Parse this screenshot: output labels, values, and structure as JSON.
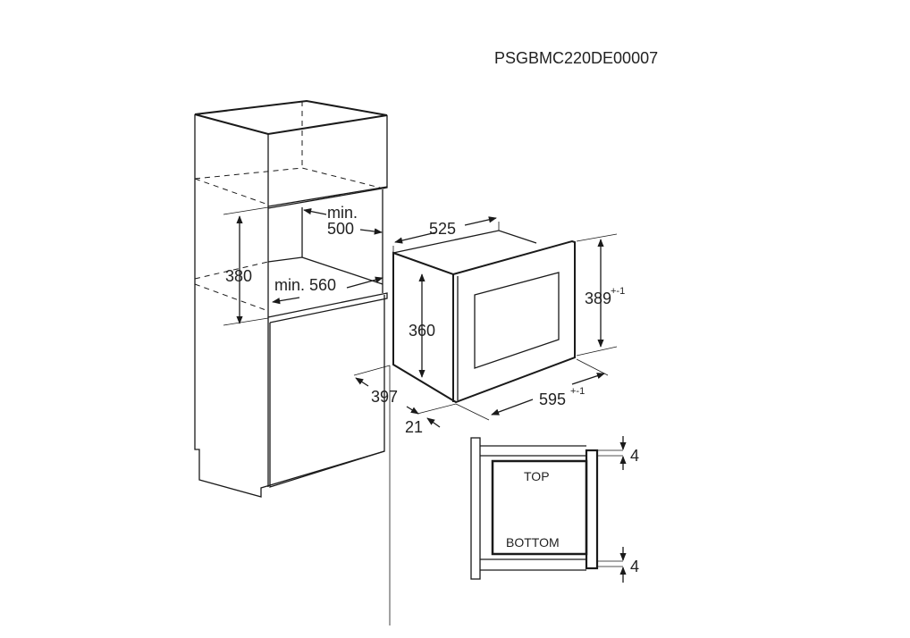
{
  "document_code": "PSGBMC220DE00007",
  "cabinet": {
    "niche_depth_label": "min.",
    "niche_depth_value": "500",
    "niche_width": "min. 560",
    "niche_height": "380"
  },
  "appliance": {
    "depth": "525",
    "height_outer": "389",
    "height_outer_tolerance": "+-1",
    "height_body": "360",
    "width": "595",
    "width_tolerance": "+-1",
    "side_depth": "397",
    "frame_depth": "21"
  },
  "detail": {
    "top_label": "TOP",
    "bottom_label": "BOTTOM",
    "top_gap": "4",
    "bottom_gap": "4"
  },
  "colors": {
    "line": "#1a1a1a",
    "background": "#ffffff"
  }
}
